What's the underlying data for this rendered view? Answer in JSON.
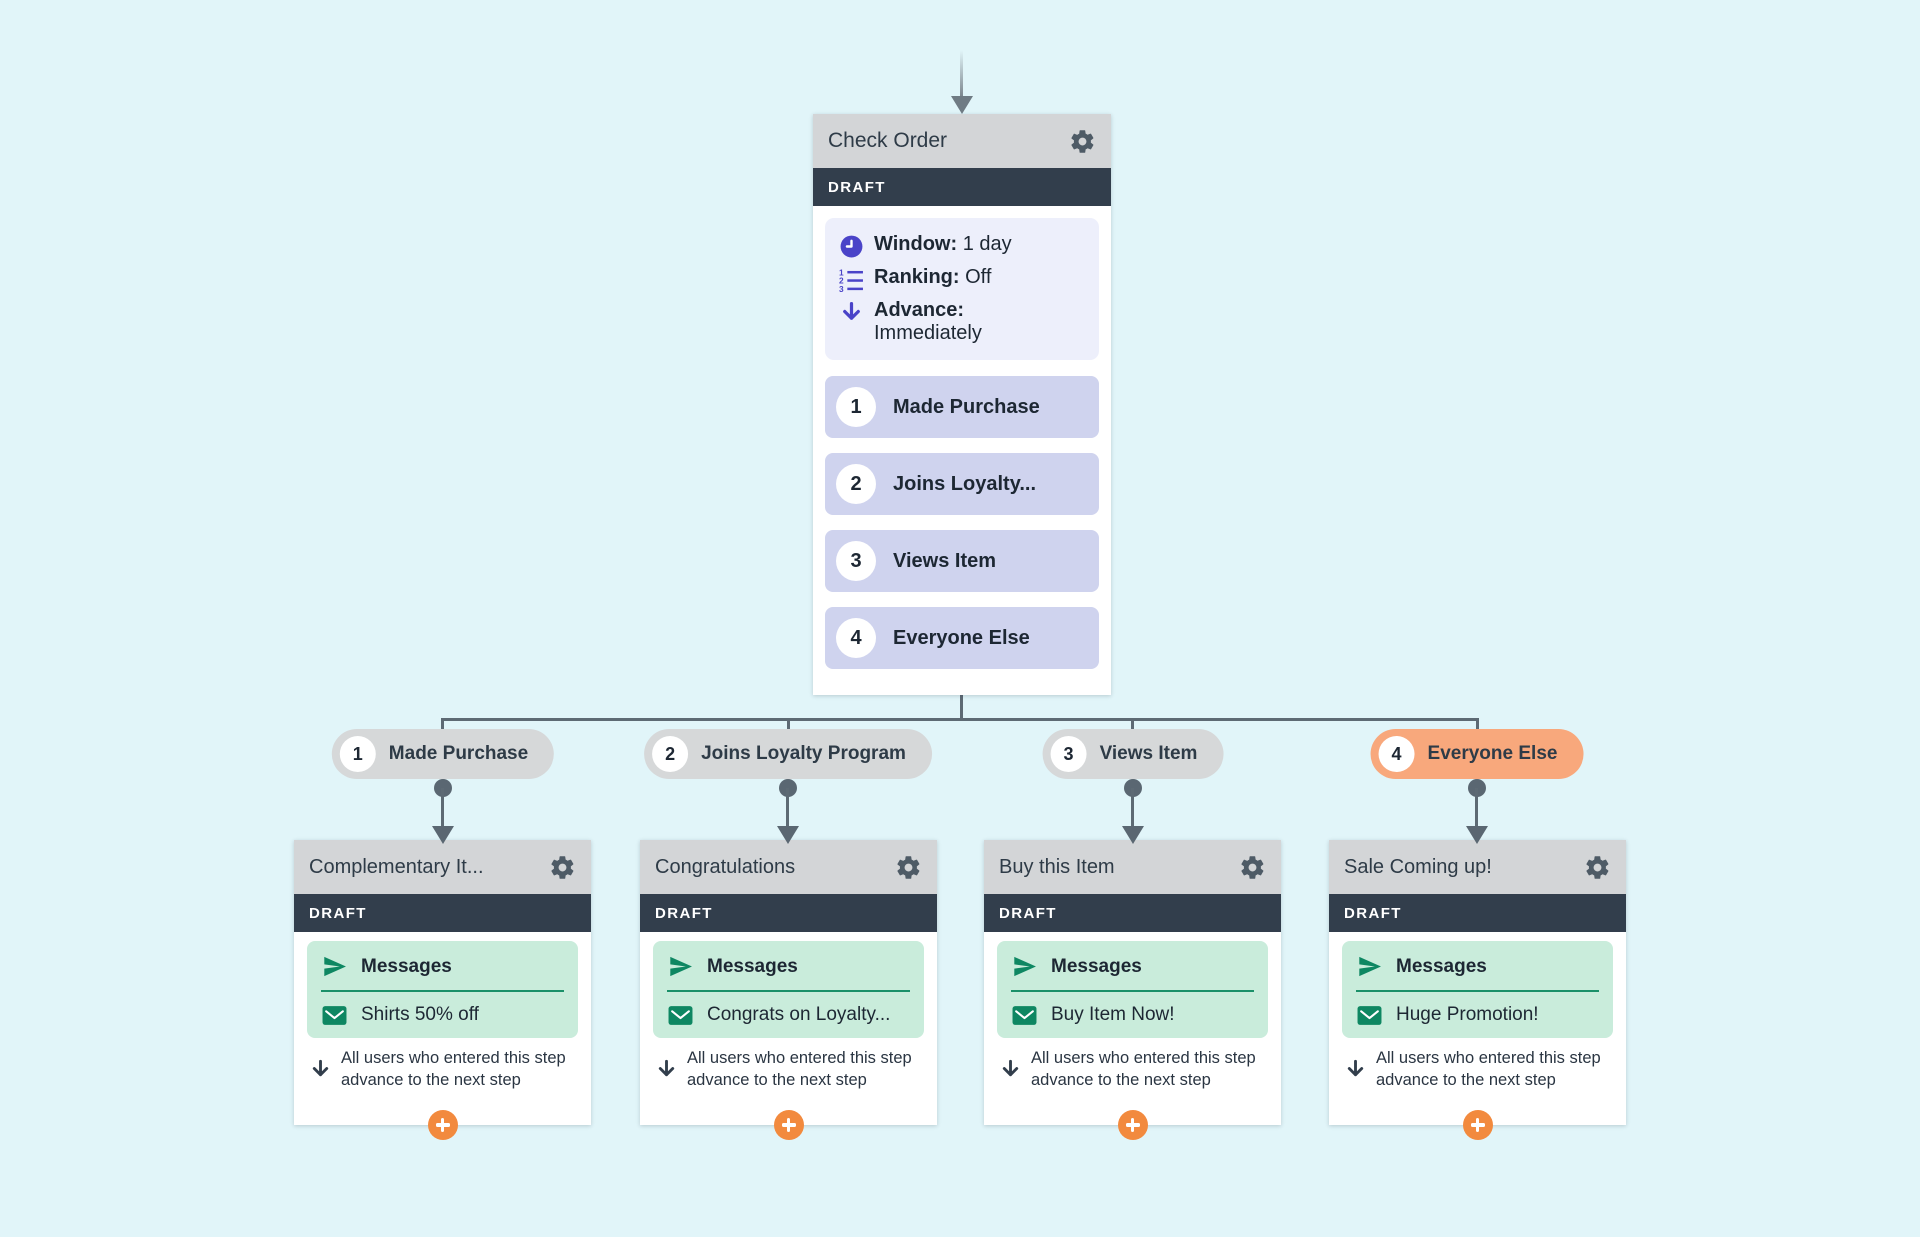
{
  "colors": {
    "background": "#e1f5f9",
    "node_header_gray": "#d3d5d7",
    "status_bar_dark": "#323e4c",
    "panel_lavender": "#edeffb",
    "branch_item_lavender": "#cfd3ee",
    "indigo_icon": "#4a43c8",
    "panel_mint": "#c9ecdb",
    "green_icon": "#0e8762",
    "pill_gray": "#d6d8d9",
    "pill_orange_highlight": "#f8a87c",
    "plus_orange": "#f28a3e",
    "connector_gray": "#5a6772"
  },
  "flow": {
    "main_node": {
      "title": "Check Order",
      "status": "DRAFT",
      "settings": [
        {
          "icon": "clock-icon",
          "label": "Window:",
          "value": "1 day"
        },
        {
          "icon": "ranking-icon",
          "label": "Ranking:",
          "value": "Off"
        },
        {
          "icon": "advance-icon",
          "label": "Advance:",
          "value": "Immediately"
        }
      ],
      "branches": [
        {
          "number": "1",
          "label": "Made Purchase"
        },
        {
          "number": "2",
          "label": "Joins Loyalty..."
        },
        {
          "number": "3",
          "label": "Views Item"
        },
        {
          "number": "4",
          "label": "Everyone Else"
        }
      ]
    },
    "branch_pills": [
      {
        "number": "1",
        "label": "Made Purchase",
        "highlighted": false
      },
      {
        "number": "2",
        "label": "Joins Loyalty Program",
        "highlighted": false
      },
      {
        "number": "3",
        "label": "Views Item",
        "highlighted": false
      },
      {
        "number": "4",
        "label": "Everyone Else",
        "highlighted": true
      }
    ],
    "cards": [
      {
        "title": "Complementary It...",
        "status": "DRAFT",
        "section_label": "Messages",
        "message": "Shirts 50% off",
        "advance_note": "All users who entered this step advance to the next step"
      },
      {
        "title": "Congratulations",
        "status": "DRAFT",
        "section_label": "Messages",
        "message": "Congrats on Loyalty...",
        "advance_note": "All users who entered this step advance to the next step"
      },
      {
        "title": "Buy this Item",
        "status": "DRAFT",
        "section_label": "Messages",
        "message": "Buy Item Now!",
        "advance_note": "All users who entered this step advance to the next step"
      },
      {
        "title": "Sale Coming up!",
        "status": "DRAFT",
        "section_label": "Messages",
        "message": "Huge Promotion!",
        "advance_note": "All users who entered this step advance to the next step"
      }
    ]
  }
}
